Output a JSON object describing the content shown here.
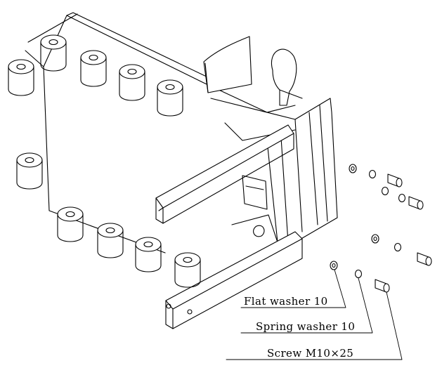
{
  "drawing": {
    "callouts": [
      {
        "label": "Flat washer 10"
      },
      {
        "label": "Spring washer 10"
      },
      {
        "label": "Screw M10×25"
      }
    ],
    "line_color": "#000000",
    "background": "#ffffff"
  }
}
